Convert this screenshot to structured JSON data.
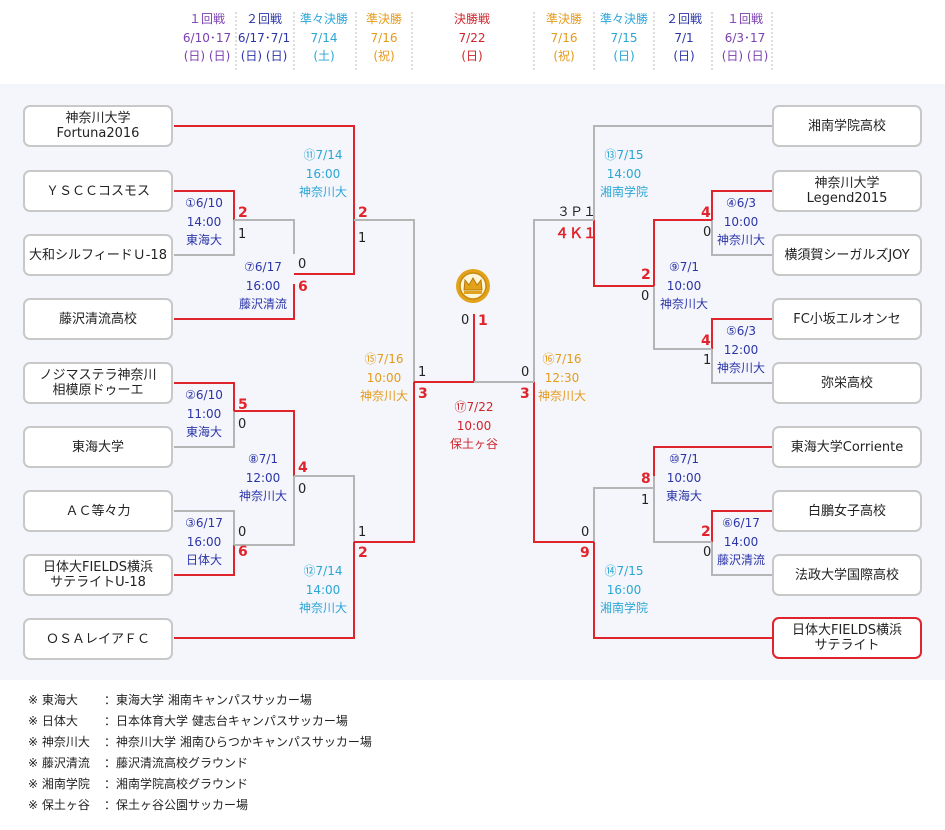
{
  "header": [
    {
      "round": "１回戦",
      "date": "6/10･17",
      "day": "(日) (日)",
      "color": "#7a3fb0"
    },
    {
      "round": "２回戦",
      "date": "6/17･7/1",
      "day": "(日) (日)",
      "color": "#2b35a8"
    },
    {
      "round": "準々決勝",
      "date": "7/14",
      "day": "(土)",
      "color": "#2aa6d6"
    },
    {
      "round": "準決勝",
      "date": "7/16",
      "day": "(祝)",
      "color": "#e49a1c"
    },
    {
      "round": "決勝戦",
      "date": "7/22",
      "day": "(日)",
      "color": "#d0242b"
    },
    {
      "round": "準決勝",
      "date": "7/16",
      "day": "(祝)",
      "color": "#e49a1c"
    },
    {
      "round": "準々決勝",
      "date": "7/15",
      "day": "(日)",
      "color": "#2aa6d6"
    },
    {
      "round": "２回戦",
      "date": "7/1",
      "day": "(日)",
      "color": "#2b35a8"
    },
    {
      "round": "１回戦",
      "date": "6/3･17",
      "day": "(日) (日)",
      "color": "#7a3fb0"
    }
  ],
  "teams_left": [
    "神奈川大学\nFortuna2016",
    "ＹＳＣＣコスモス",
    "大和シルフィードＵ-18",
    "藤沢清流高校",
    "ノジマステラ神奈川\n相模原ドゥーエ",
    "東海大学",
    "ＡＣ等々力",
    "日体大FIELDS横浜\nサテライトU-18",
    "ＯＳＡレイアＦＣ"
  ],
  "teams_right": [
    "湘南学院高校",
    "神奈川大学\nLegend2015",
    "横須賀シーガルズJOY",
    "FC小坂エルオンセ",
    "弥栄高校",
    "東海大学Corriente",
    "白鵬女子高校",
    "法政大学国際高校",
    "日体大FIELDS横浜\nサテライト"
  ],
  "matches": [
    {
      "no": "①",
      "date": "6/10",
      "time": "14:00",
      "venue": "東海大"
    },
    {
      "no": "②",
      "date": "6/10",
      "time": "11:00",
      "venue": "東海大"
    },
    {
      "no": "③",
      "date": "6/17",
      "time": "16:00",
      "venue": "日体大"
    },
    {
      "no": "④",
      "date": "6/3",
      "time": "10:00",
      "venue": "神奈川大"
    },
    {
      "no": "⑤",
      "date": "6/3",
      "time": "12:00",
      "venue": "神奈川大"
    },
    {
      "no": "⑥",
      "date": "6/17",
      "time": "14:00",
      "venue": "藤沢清流"
    },
    {
      "no": "⑦",
      "date": "6/17",
      "time": "16:00",
      "venue": "藤沢清流"
    },
    {
      "no": "⑧",
      "date": "7/1",
      "time": "12:00",
      "venue": "神奈川大"
    },
    {
      "no": "⑨",
      "date": "7/1",
      "time": "10:00",
      "venue": "神奈川大"
    },
    {
      "no": "⑩",
      "date": "7/1",
      "time": "10:00",
      "venue": "東海大"
    },
    {
      "no": "⑪",
      "date": "7/14",
      "time": "16:00",
      "venue": "神奈川大"
    },
    {
      "no": "⑫",
      "date": "7/14",
      "time": "14:00",
      "venue": "神奈川大"
    },
    {
      "no": "⑬",
      "date": "7/15",
      "time": "14:00",
      "venue": "湘南学院"
    },
    {
      "no": "⑭",
      "date": "7/15",
      "time": "16:00",
      "venue": "湘南学院"
    },
    {
      "no": "⑮",
      "date": "7/16",
      "time": "10:00",
      "venue": "神奈川大"
    },
    {
      "no": "⑯",
      "date": "7/16",
      "time": "12:30",
      "venue": "神奈川大"
    },
    {
      "no": "⑰",
      "date": "7/22",
      "time": "10:00",
      "venue": "保土ヶ谷"
    }
  ],
  "scores": {
    "m1_a": "2",
    "m1_b": "1",
    "m7_a": "0",
    "m7_b": "6",
    "m2_a": "5",
    "m2_b": "0",
    "m3_a": "0",
    "m3_b": "6",
    "m8_a": "4",
    "m8_b": "0",
    "m11_a": "2",
    "m11_b": "1",
    "m12_a": "1",
    "m12_b": "2",
    "m15_a": "1",
    "m15_b": "3",
    "f_a": "0",
    "f_b": "1",
    "m16_a": "0",
    "m16_b": "3",
    "m13_a": "３Ｐ１",
    "m13_b": "４Ｋ１",
    "m4_a": "4",
    "m4_b": "0",
    "m9_a": "2",
    "m9_b": "0",
    "m5_a": "4",
    "m5_b": "1",
    "m10_a": "8",
    "m10_b": "1",
    "m6_a": "2",
    "m6_b": "0",
    "m14_a": "0",
    "m14_b": "9"
  },
  "legend": [
    {
      "key": "※ 東海大",
      "desc": "：東海大学 湘南キャンパスサッカー場"
    },
    {
      "key": "※ 日体大",
      "desc": "：日本体育大学 健志台キャンパスサッカー場"
    },
    {
      "key": "※ 神奈川大",
      "desc": "：神奈川大学 湘南ひらつかキャンパスサッカー場"
    },
    {
      "key": "※ 藤沢清流",
      "desc": "：藤沢清流高校グラウンド"
    },
    {
      "key": "※ 湘南学院",
      "desc": "：湘南学院高校グラウンド"
    },
    {
      "key": "※ 保土ヶ谷",
      "desc": "：保土ヶ谷公園サッカー場"
    }
  ],
  "colors": {
    "win": "#e0242b",
    "loss": "#b5b5b5",
    "round1": "#7a3fb0",
    "round2": "#2b35a8",
    "qf": "#2aa6d6",
    "sf": "#e49a1c",
    "final": "#d0242b"
  },
  "icons": {
    "trophy": "crown-medal-icon"
  }
}
